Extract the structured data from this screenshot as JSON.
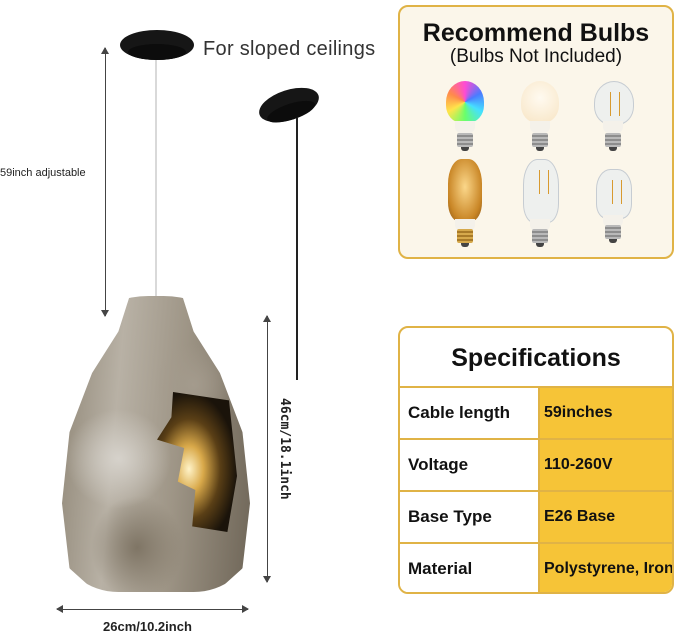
{
  "product": {
    "sloped_label": "For sloped ceilings",
    "cable_dimension": "59inch adjustable",
    "height_dimension": "46cm/18.1inch",
    "width_dimension": "26cm/10.2inch"
  },
  "bulbs": {
    "title": "Recommend Bulbs",
    "subtitle": "(Bulbs Not Included)",
    "items": [
      "rgb-smart-bulb-icon",
      "warm-white-bulb-icon",
      "filament-a19-bulb-icon",
      "amber-st64-bulb-icon",
      "clear-st64-bulb-icon",
      "clear-tubular-bulb-icon"
    ]
  },
  "specs": {
    "title": "Specifications",
    "rows": [
      {
        "label": "Cable length",
        "value": "59inches"
      },
      {
        "label": "Voltage",
        "value": "110-260V"
      },
      {
        "label": "Base Type",
        "value": "E26 Base"
      },
      {
        "label": "Material",
        "value": "Polystyrene, Iron"
      }
    ]
  },
  "colors": {
    "accent_border": "#e0b346",
    "value_fill": "#f6c437"
  }
}
